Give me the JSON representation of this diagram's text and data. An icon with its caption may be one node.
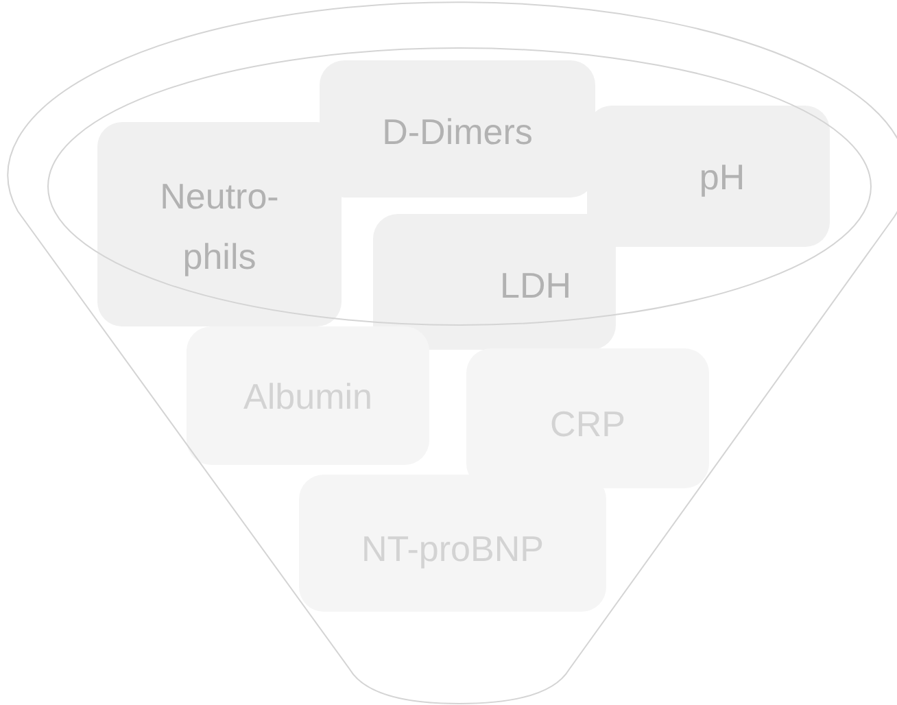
{
  "diagram": {
    "nodes": [
      {
        "text": [
          "D-Dimers"
        ]
      },
      {
        "text": [
          "Neutro- phils"
        ]
      },
      {
        "text": [
          "pH"
        ]
      },
      {
        "text": [
          "LDH"
        ]
      },
      {
        "text": [
          "Albumin"
        ]
      },
      {
        "text": [
          "CRP"
        ]
      },
      {
        "text": [
          "NT-proBNP"
        ]
      }
    ]
  }
}
